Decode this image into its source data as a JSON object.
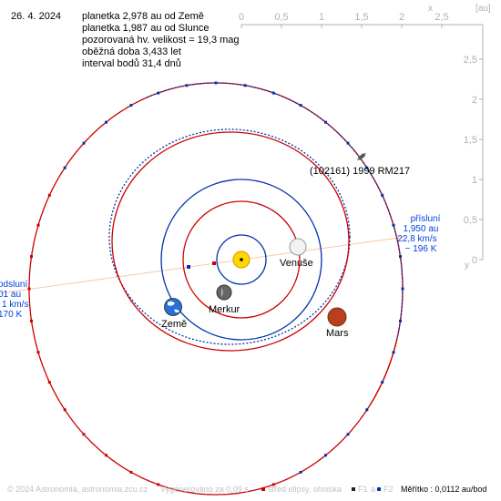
{
  "header": {
    "date": "26. 4. 2024",
    "lines": [
      "planetka 2,978 au od Země",
      "planetka 1,987 au od Slunce",
      "pozorovaná hv. velikost = 19,3 mag",
      "oběžná doba 3,433 let",
      "interval bodů 31,4 dnů"
    ]
  },
  "axes": {
    "x_label": "x",
    "unit_label": "[au]",
    "y_label": "y",
    "x_ticks": [
      "0",
      "0,5",
      "1",
      "1,5",
      "2",
      "2,5"
    ],
    "y_ticks": [
      "2,5",
      "2",
      "1,5",
      "1",
      "0,5",
      "0"
    ]
  },
  "bodies": {
    "venus": "Venuše",
    "mercury": "Merkur",
    "earth": "Země",
    "mars": "Mars",
    "asteroid": "(102161) 1999 RM217"
  },
  "perihelion": {
    "title": "přísluní",
    "distance": "1,950 au",
    "speed": "22,8 km/s",
    "temperature": "~ 196 K"
  },
  "aphelion": {
    "title": "odsluní",
    "distance": "01 au",
    "speed": "1 km/s",
    "temperature": "170 K"
  },
  "footer": {
    "copyright": "© 2024 Astronomia, astronomia.zcu.cz",
    "generated": "Vygenerováno za 0,09 s",
    "legend_center": "střed elipsy, ohniska",
    "legend_f1": "F1",
    "legend_a": "a",
    "legend_f2": "F2",
    "scale": "Měřítko : 0,0112 au/bod"
  },
  "colors": {
    "red_orbit": "#cc0000",
    "blue_orbit": "#0033aa",
    "axis": "#b0b0b0",
    "apsides_line": "#f5c8a8",
    "label_blue": "#0044dd"
  }
}
